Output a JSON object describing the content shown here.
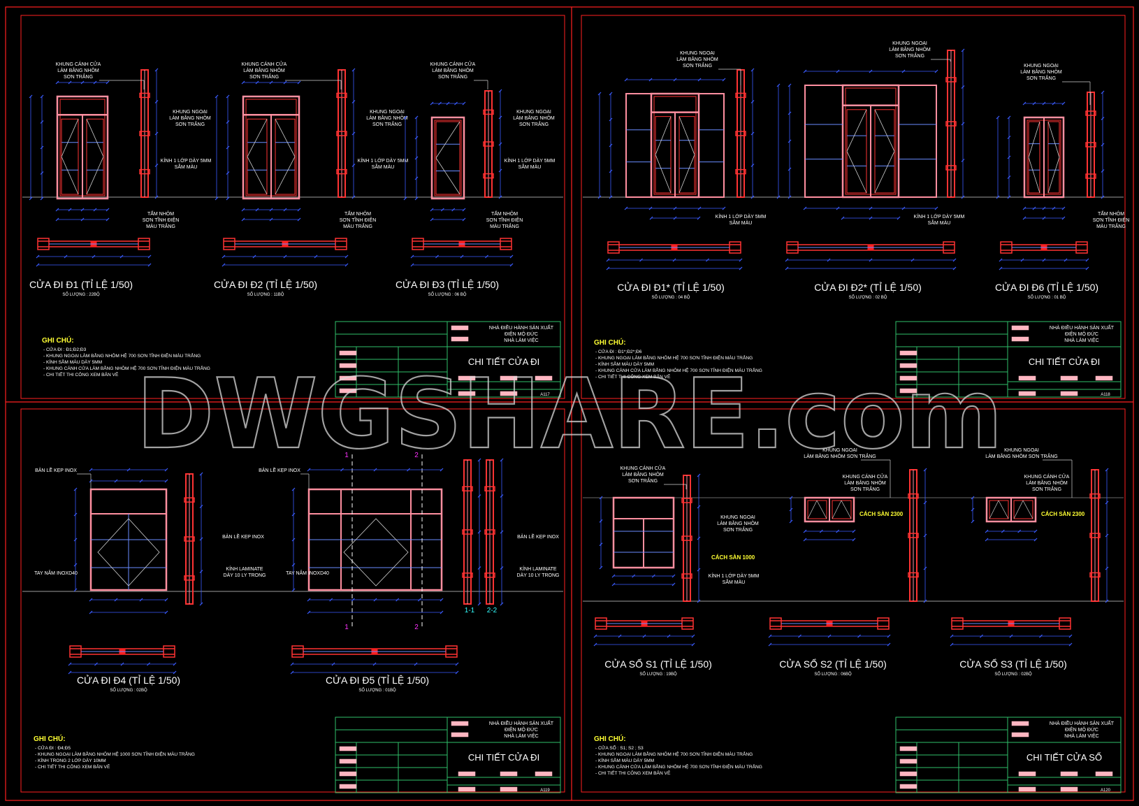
{
  "watermark": "DWGSHARE.com",
  "colors": {
    "background": "#000000",
    "sheet_border": "#ff2020",
    "frame_red": "#ff3333",
    "frame_pink": "#ff8fa0",
    "glass_line": "#6a8cff",
    "dim_blue": "#3a5cff",
    "dim_text": "#3d5bff",
    "leader": "#d0d0d0",
    "title_block": "#2fbf6a",
    "text_white": "#ffffff",
    "level_yellow": "#ffff33",
    "section_magenta": "#ff33ff"
  },
  "sheets": [
    {
      "id": "A117",
      "drawings": [
        {
          "title": "CỬA ĐI Đ1 (TỈ LỆ 1/50)",
          "qty": "SỐ LƯỢNG : 22BỘ",
          "labels": [
            "KHUNG CÁNH CỬA",
            "LÀM BẰNG NHÔM",
            "SƠN TRẮNG",
            "KHUNG NGOẠI",
            "LÀM BẰNG NHÔM",
            "SƠN TRẮNG",
            "KÍNH 1 LỚP DÀY 5MM",
            "SẪM MÀU",
            "TẤM NHÔM",
            "SƠN TĨNH ĐIỆN",
            "MÀU TRẮNG"
          ]
        },
        {
          "title": "CỬA ĐI Đ2 (TỈ LỆ 1/50)",
          "qty": "SỐ LƯỢNG : 11BỘ",
          "labels": [
            "KHUNG CÁNH CỬA",
            "LÀM BẰNG NHÔM",
            "SƠN TRẮNG",
            "KHUNG NGOẠI",
            "LÀM BẰNG NHÔM",
            "SƠN TRẮNG",
            "KÍNH 1 LỚP DÀY 5MM",
            "SẪM MÀU",
            "TẤM NHÔM",
            "SƠN TĨNH ĐIỆN",
            "MÀU TRẮNG"
          ]
        },
        {
          "title": "CỬA ĐI Đ3 (TỈ LỆ 1/50)",
          "qty": "SỐ LƯỢNG : 06 BỘ",
          "labels": [
            "KHUNG CÁNH CỬA",
            "LÀM BẰNG NHÔM",
            "SƠN TRẮNG",
            "KHUNG NGOẠI",
            "LÀM BẰNG NHÔM",
            "SƠN TRẮNG",
            "KÍNH 1 LỚP DÀY 5MM",
            "SẪM MÀU",
            "TẤM NHÔM",
            "SƠN TĨNH ĐIỆN",
            "MÀU TRẮNG"
          ]
        }
      ],
      "notes": {
        "title": "GHI CHÚ:",
        "lines": [
          "- CỬA ĐI : Đ1;Đ2;Đ3",
          "- KHUNG NGOẠI LÀM BẰNG NHÔM HỆ 700 SƠN TĨNH ĐIỆN MÀU TRẮNG",
          "- KÍNH SẪM MÀU DÀY 5MM",
          "- KHUNG CÁNH CỬA LÀM BẰNG NHÔM HỆ 700 SƠN TĨNH ĐIỆN MÀU TRẮNG",
          "- CHI TIẾT THI CÔNG XEM BẢN VẼ"
        ]
      },
      "title_block": {
        "project": [
          "NHÀ ĐIỀU HÀNH SẢN XUẤT",
          "ĐIỆN MỘ ĐỨC",
          "NHÀ LÀM VIỆC"
        ],
        "drawing_title": "CHI TIẾT CỬA ĐI",
        "sheet_no": "A117"
      }
    },
    {
      "id": "A118",
      "drawings": [
        {
          "title": "CỬA ĐI Đ1* (TỈ LỆ 1/50)",
          "qty": "SỐ LƯỢNG : 04 BỘ",
          "labels": [
            "KHUNG NGOẠI",
            "LÀM BẰNG NHÔM",
            "SƠN TRẮNG",
            "KÍNH 1 LỚP DÀY 5MM",
            "SẪM MÀU"
          ]
        },
        {
          "title": "CỬA ĐI Đ2* (TỈ LỆ 1/50)",
          "qty": "SỐ LƯỢNG : 02 BỘ",
          "labels": [
            "KHUNG NGOẠI",
            "LÀM BẰNG NHÔM",
            "SƠN TRẮNG",
            "KÍNH 1 LỚP DÀY 5MM",
            "SẪM MÀU"
          ]
        },
        {
          "title": "CỬA ĐI Đ6 (TỈ LỆ 1/50)",
          "qty": "SỐ LƯỢNG : 01 BỘ",
          "labels": [
            "KHUNG NGOẠI",
            "LÀM BẰNG NHÔM",
            "SƠN TRẮNG",
            "TẤM NHÔM",
            "SƠN TĨNH ĐIỆN",
            "MÀU TRẮNG"
          ]
        }
      ],
      "notes": {
        "title": "GHI CHÚ:",
        "lines": [
          "- CỬA ĐI : Đ1*;Đ2*;Đ6",
          "- KHUNG NGOẠI LÀM BẰNG NHÔM HỆ 700 SƠN TĨNH ĐIỆN MÀU TRẮNG",
          "- KÍNH SẪM MÀU DÀY 5MM",
          "- KHUNG CÁNH CỬA LÀM BẰNG NHÔM HỆ 700 SƠN TĨNH ĐIỆN MÀU TRẮNG",
          "- CHI TIẾT THI CÔNG XEM BẢN VẼ"
        ]
      },
      "title_block": {
        "project": [
          "NHÀ ĐIỀU HÀNH SẢN XUẤT",
          "ĐIỆN MỘ ĐỨC",
          "NHÀ LÀM VIỆC"
        ],
        "drawing_title": "CHI TIẾT CỬA ĐI",
        "sheet_no": "A118"
      }
    },
    {
      "id": "A119",
      "drawings": [
        {
          "title": "CỬA ĐI Đ4 (TỈ LỆ 1/50)",
          "qty": "SỐ LƯỢNG : 02BỘ",
          "labels": [
            "BẢN LỀ KẸP INOX",
            "BẢN LỀ KẸP INOX",
            "TAY NẮM INOXD40",
            "KÍNH LAMINATE",
            "DÀY 10 LY TRONG"
          ]
        },
        {
          "title": "CỬA ĐI Đ5 (TỈ LỆ 1/50)",
          "qty": "SỐ LƯỢNG : 01BỘ",
          "labels": [
            "BẢN LỀ KẸP INOX",
            "BẢN LỀ KẸP INOX",
            "TAY NẮM INOXD40",
            "KÍNH LAMINATE",
            "DÀY 10 LY TRONG"
          ]
        }
      ],
      "sections": [
        "1-1",
        "2-2",
        "1",
        "2"
      ],
      "notes": {
        "title": "GHI CHÚ:",
        "lines": [
          "- CỬA ĐI : Đ4;Đ5",
          "- KHUNG NGOẠI LÀM BẰNG NHÔM HỆ 1000 SƠN TĨNH ĐIỆN MÀU TRẮNG",
          "- KÍNH TRONG 2 LỚP DÀY 10MM",
          "- CHI TIẾT THI CÔNG XEM BẢN VẼ"
        ]
      },
      "title_block": {
        "project": [
          "NHÀ ĐIỀU HÀNH SẢN XUẤT",
          "ĐIỆN MỘ ĐỨC",
          "NHÀ LÀM VIỆC"
        ],
        "drawing_title": "CHI TIẾT CỬA ĐI",
        "sheet_no": "A119"
      }
    },
    {
      "id": "A120",
      "drawings": [
        {
          "title": "CỬA SỔ S1 (TỈ LỆ 1/50)",
          "qty": "SỐ LƯỢNG : 19BỘ",
          "labels": [
            "KHUNG CÁNH CỬA",
            "LÀM BẰNG NHÔM",
            "SƠN TRẮNG",
            "KHUNG NGOẠI",
            "LÀM BẰNG NHÔM",
            "SƠN TRẮNG",
            "CÁCH SÀN 1000",
            "KÍNH 1 LỚP DÀY 5MM",
            "SẪM MÀU"
          ]
        },
        {
          "title": "CỬA SỔ S2 (TỈ LỆ 1/50)",
          "qty": "SỐ LƯỢNG : 06BỘ",
          "labels": [
            "KHUNG NGOẠI",
            "LÀM BẰNG NHÔM SƠN TRẮNG",
            "KHUNG CÁNH CỬA",
            "LÀM BẰNG NHÔM",
            "SƠN TRẮNG",
            "CÁCH SÀN 2300"
          ]
        },
        {
          "title": "CỬA SỔ S3 (TỈ LỆ 1/50)",
          "qty": "SỐ LƯỢNG : 02BỘ",
          "labels": [
            "KHUNG NGOẠI",
            "LÀM BẰNG NHÔM SƠN TRẮNG",
            "KHUNG CÁNH CỬA",
            "LÀM BẰNG NHÔM",
            "SƠN TRẮNG",
            "CÁCH SÀN 2300"
          ]
        }
      ],
      "notes": {
        "title": "GHI CHÚ:",
        "lines": [
          "- CỬA SỔ : S1; S2 ; S3",
          "- KHUNG NGOẠI LÀM BẰNG NHÔM HỆ 700 SƠN TĨNH ĐIỆN MÀU TRẮNG",
          "- KÍNH SẪM MÀU DÀY 5MM",
          "- KHUNG CÁNH CỬA LÀM BẰNG NHÔM HỆ 700 SƠN TĨNH ĐIỆN MÀU TRẮNG",
          "- CHI TIẾT THI CÔNG XEM BẢN VẼ"
        ]
      },
      "title_block": {
        "project": [
          "NHÀ ĐIỀU HÀNH SẢN XUẤT",
          "ĐIỆN MỘ ĐỨC",
          "NHÀ LÀM VIỆC"
        ],
        "drawing_title": "CHI TIẾT CỬA SỔ",
        "sheet_no": "A120"
      }
    }
  ]
}
